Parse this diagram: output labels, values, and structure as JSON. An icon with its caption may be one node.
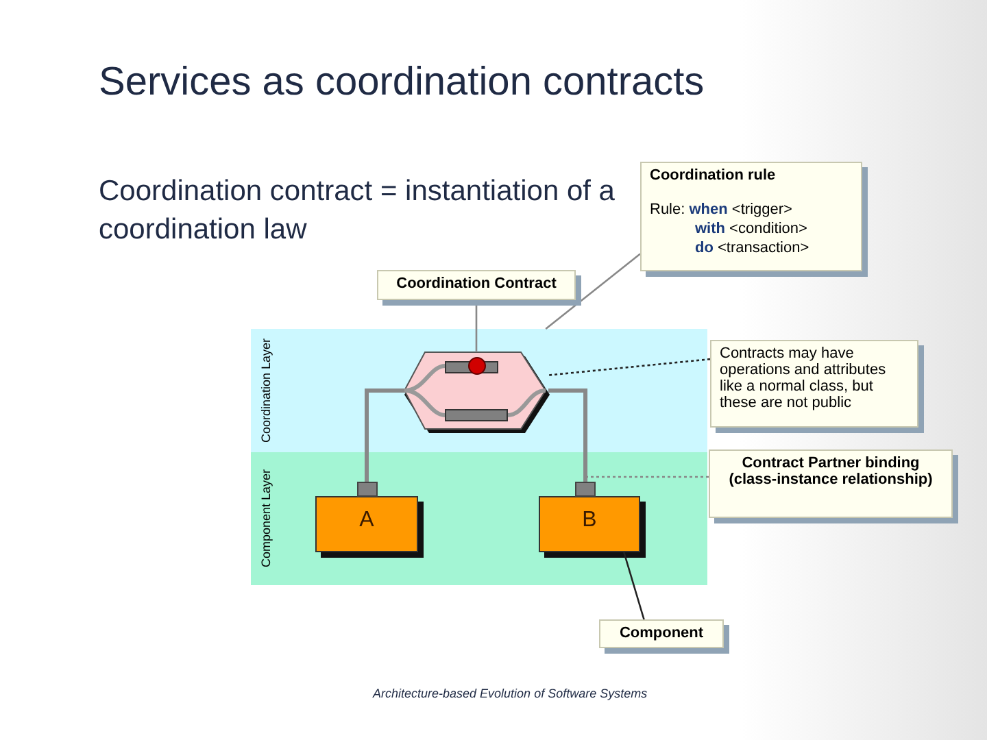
{
  "diagram": {
    "title": "Services as coordination contracts",
    "nodes": [
      {
        "text": [
          "Coordination rule",
          "Rule: **when** <trigger> **with** <condition> **do** <transaction>"
        ]
      },
      {
        "text": [
          "Coordination Contract"
        ]
      },
      {
        "text": [
          "Coordination Layer"
        ]
      },
      {
        "text": [],
        "shape": "hexagon",
        "in": 2
      },
      {
        "text": [
          "Contracts may have operations and attributes like a normal class, but these are not public"
        ]
      },
      {
        "text": [
          "Component Layer"
        ]
      },
      {
        "text": [
          "Contract Partner binding (class-instance relationship)"
        ]
      },
      {
        "text": [
          "A"
        ],
        "in": 5
      },
      {
        "text": [
          "B"
        ],
        "in": 5
      },
      {
        "text": [
          "Component"
        ]
      }
    ],
    "edges": [
      {
        "from": 0,
        "to": 2,
        "arrow": "none"
      },
      {
        "from": 1,
        "to": 3,
        "arrow": "none"
      },
      {
        "from": 3,
        "to": 7,
        "arrow": "none",
        "style": "thick"
      },
      {
        "from": 3,
        "to": 8,
        "arrow": "none",
        "style": "thick"
      },
      {
        "from": 4,
        "to": 3,
        "arrow": "none",
        "style": "dashed",
        "color": "#222222"
      },
      {
        "from": 6,
        "to": null,
        "arrow": "none",
        "style": "dashed"
      },
      {
        "from": 9,
        "to": 8,
        "arrow": "none",
        "color": "#222222"
      }
    ],
    "labels": [
      "Coordination contract = instantiation of a coordination law",
      "Architecture-based Evolution of Software Systems"
    ]
  }
}
